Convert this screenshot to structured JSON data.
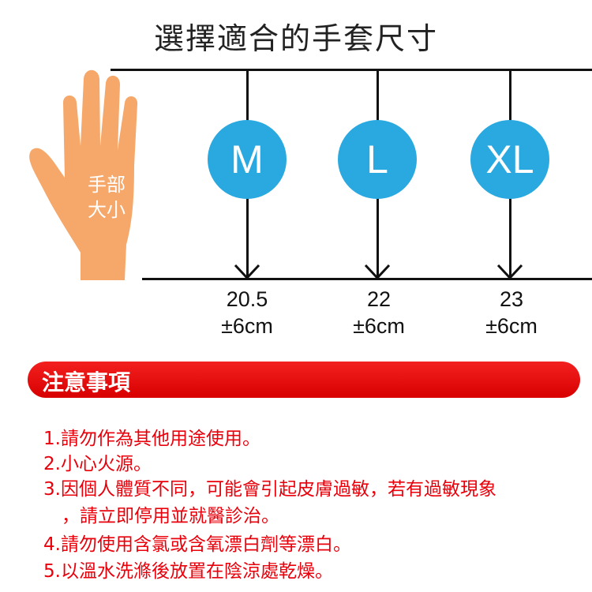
{
  "title": "選擇適合的手套尺寸",
  "hand_label": [
    "手部",
    "大小"
  ],
  "sizes": [
    {
      "size": "M",
      "length": "20.5",
      "tolerance": "±6cm"
    },
    {
      "size": "L",
      "length": "22",
      "tolerance": "±6cm"
    },
    {
      "size": "XL",
      "length": "23",
      "tolerance": "±6cm"
    }
  ],
  "colors": {
    "circle": "#29a9e0",
    "banner": "#e50000",
    "hand": "#f5a86a",
    "notes": "#e8000b"
  },
  "notice": {
    "heading": "注意事項",
    "items": [
      "1.請勿作為其他用途使用。",
      "2.小心火源。",
      "3.因個人體質不同，可能會引起皮膚過敏，若有過敏現象",
      "　，請立即停用並就醫診治。",
      "4.請勿使用含氯或含氧漂白劑等漂白。",
      "5.以溫水洗滌後放置在陰涼處乾燥。"
    ]
  }
}
